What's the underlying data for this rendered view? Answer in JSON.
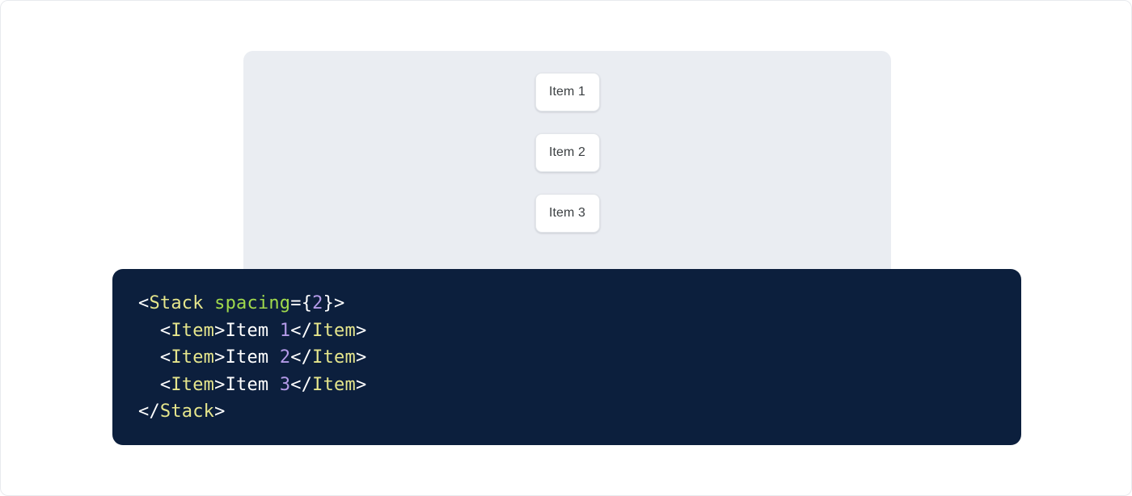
{
  "preview": {
    "panel_background": "#eaedf2",
    "stack": {
      "spacing_label": "spacing={2}",
      "items": [
        {
          "label": "Item 1"
        },
        {
          "label": "Item 2"
        },
        {
          "label": "Item 3"
        }
      ]
    }
  },
  "code": {
    "background": "#0c1f3d",
    "language": "jsx",
    "colors": {
      "tag": "#e6e68c",
      "attribute": "#a0d94c",
      "number": "#b49ae8",
      "punctuation": "#ffffff",
      "text": "#ffffff"
    },
    "lines": [
      {
        "tokens": [
          {
            "t": "<",
            "k": "punct"
          },
          {
            "t": "Stack",
            "k": "tag"
          },
          {
            "t": " ",
            "k": "punct"
          },
          {
            "t": "spacing",
            "k": "attr"
          },
          {
            "t": "={",
            "k": "punct"
          },
          {
            "t": "2",
            "k": "num"
          },
          {
            "t": "}>",
            "k": "punct"
          }
        ]
      },
      {
        "tokens": [
          {
            "t": "  <",
            "k": "punct"
          },
          {
            "t": "Item",
            "k": "tag"
          },
          {
            "t": ">",
            "k": "punct"
          },
          {
            "t": "Item ",
            "k": "text"
          },
          {
            "t": "1",
            "k": "num"
          },
          {
            "t": "</",
            "k": "punct"
          },
          {
            "t": "Item",
            "k": "tag"
          },
          {
            "t": ">",
            "k": "punct"
          }
        ]
      },
      {
        "tokens": [
          {
            "t": "  <",
            "k": "punct"
          },
          {
            "t": "Item",
            "k": "tag"
          },
          {
            "t": ">",
            "k": "punct"
          },
          {
            "t": "Item ",
            "k": "text"
          },
          {
            "t": "2",
            "k": "num"
          },
          {
            "t": "</",
            "k": "punct"
          },
          {
            "t": "Item",
            "k": "tag"
          },
          {
            "t": ">",
            "k": "punct"
          }
        ]
      },
      {
        "tokens": [
          {
            "t": "  <",
            "k": "punct"
          },
          {
            "t": "Item",
            "k": "tag"
          },
          {
            "t": ">",
            "k": "punct"
          },
          {
            "t": "Item ",
            "k": "text"
          },
          {
            "t": "3",
            "k": "num"
          },
          {
            "t": "</",
            "k": "punct"
          },
          {
            "t": "Item",
            "k": "tag"
          },
          {
            "t": ">",
            "k": "punct"
          }
        ]
      },
      {
        "tokens": [
          {
            "t": "</",
            "k": "punct"
          },
          {
            "t": "Stack",
            "k": "tag"
          },
          {
            "t": ">",
            "k": "punct"
          }
        ]
      }
    ]
  }
}
